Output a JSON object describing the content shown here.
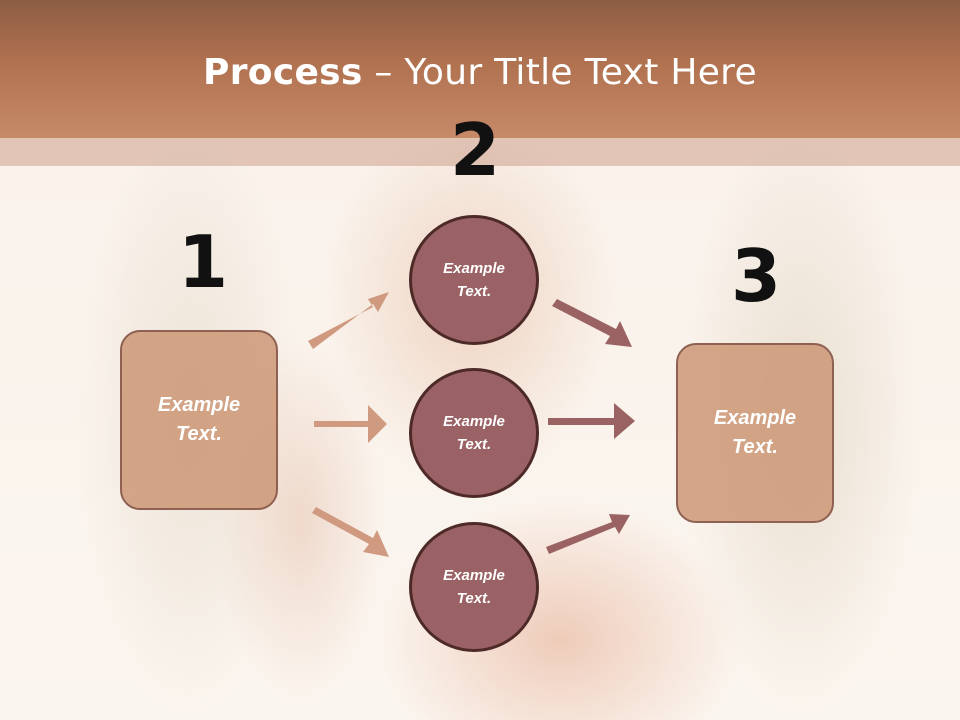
{
  "title": {
    "bold": "Process",
    "rest": " – Your Title Text Here"
  },
  "steps": {
    "step1": {
      "number": "1",
      "line1": "Example",
      "line2": "Text."
    },
    "step2": {
      "number": "2",
      "circles": [
        {
          "line1": "Example",
          "line2": "Text."
        },
        {
          "line1": "Example",
          "line2": "Text."
        },
        {
          "line1": "Example",
          "line2": "Text."
        }
      ]
    },
    "step3": {
      "number": "3",
      "line1": "Example",
      "line2": "Text."
    }
  },
  "colors": {
    "title_bar": "#b0714f",
    "box_fill": "#cd9676",
    "circle_fill": "#9a6264",
    "arrow_left": "#cf9a80",
    "arrow_right": "#9a6262"
  }
}
